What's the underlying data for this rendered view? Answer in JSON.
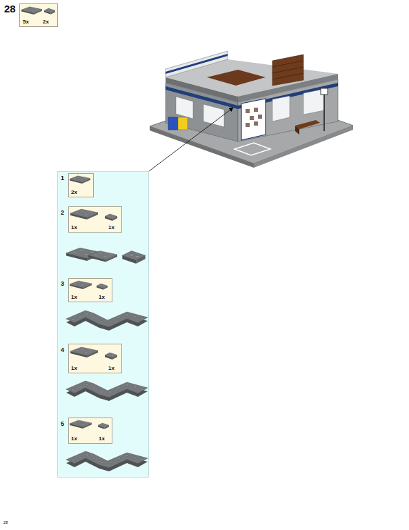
{
  "diagram": {
    "nodes": [
      {
        "text": [
          "5x",
          "2x"
        ]
      },
      {
        "text": [
          "1",
          "2",
          "3",
          "4",
          "5"
        ]
      },
      {
        "text": [
          "2x"
        ],
        "in": 1
      },
      {
        "text": [
          "1x",
          "1x"
        ],
        "in": 1
      },
      {
        "text": [
          "1x",
          "1x"
        ],
        "in": 1
      },
      {
        "text": [
          "1x",
          "1x"
        ],
        "in": 1
      },
      {
        "text": [
          "1x",
          "1x"
        ],
        "in": 1
      }
    ],
    "labels": [
      "28",
      "28"
    ]
  }
}
